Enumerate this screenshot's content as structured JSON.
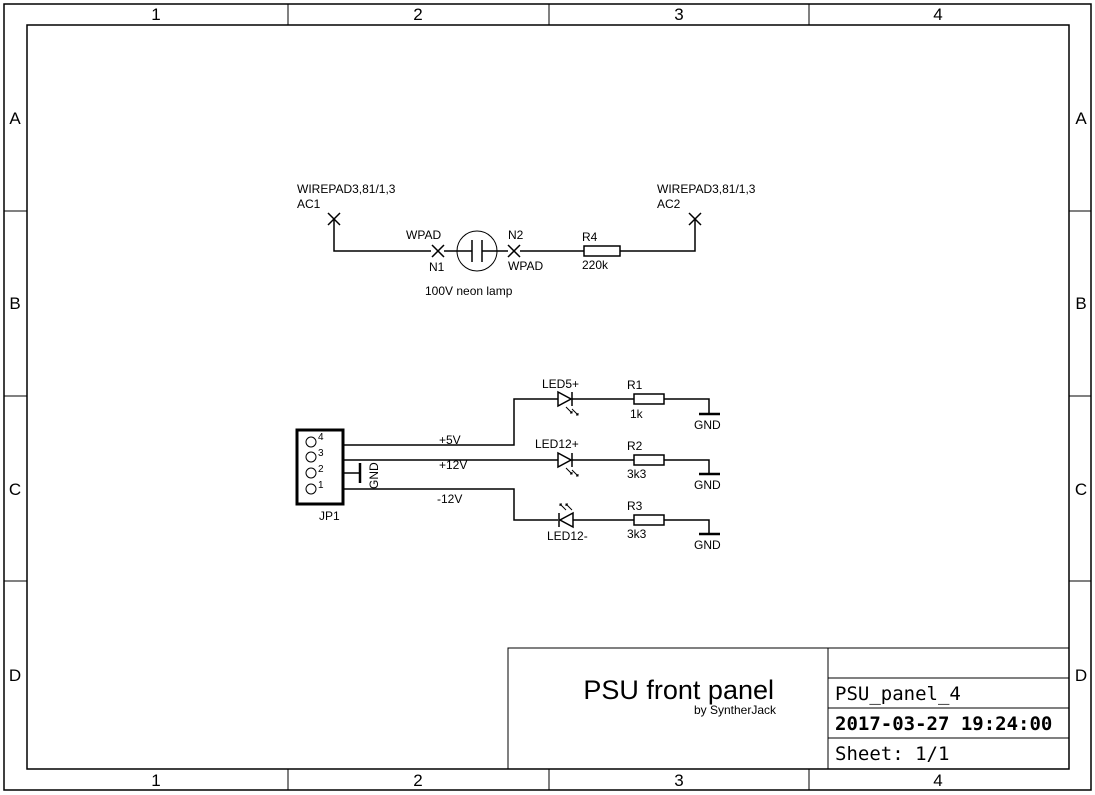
{
  "frame": {
    "columns": [
      "1",
      "2",
      "3",
      "4"
    ],
    "rows": [
      "A",
      "B",
      "C",
      "D"
    ]
  },
  "title_block": {
    "title": "PSU front panel",
    "author": "by SyntherJack",
    "file": "PSU_panel_4",
    "datetime": "2017-03-27 19:24:00",
    "sheet": "Sheet: 1/1"
  },
  "schematic": {
    "ac1": {
      "package": "WIREPAD3,81/1,3",
      "name": "AC1"
    },
    "ac2": {
      "package": "WIREPAD3,81/1,3",
      "name": "AC2"
    },
    "n1": {
      "package": "WPAD",
      "name": "N1"
    },
    "n2": {
      "package": "WPAD",
      "name": "N2"
    },
    "lamp": {
      "caption": "100V neon lamp"
    },
    "r4": {
      "name": "R4",
      "value": "220k"
    },
    "led5": {
      "name": "LED5+"
    },
    "led12p": {
      "name": "LED12+"
    },
    "led12m": {
      "name": "LED12-"
    },
    "r1": {
      "name": "R1",
      "value": "1k"
    },
    "r2": {
      "name": "R2",
      "value": "3k3"
    },
    "r3": {
      "name": "R3",
      "value": "3k3"
    },
    "gnd": "GND",
    "jp1": {
      "name": "JP1",
      "pins": [
        "4",
        "3",
        "2",
        "1"
      ]
    },
    "nets": {
      "p5v": "+5V",
      "p12v": "+12V",
      "m12v": "-12V",
      "gnd": "GND"
    }
  }
}
